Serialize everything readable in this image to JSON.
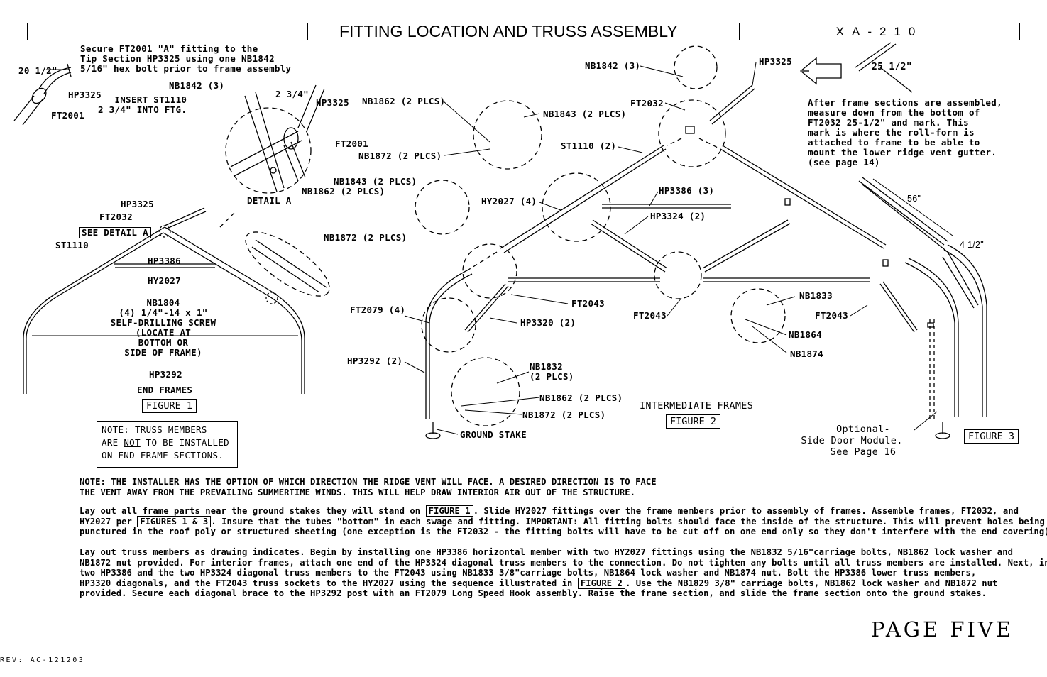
{
  "header": {
    "title": "FITTING LOCATION AND TRUSS ASSEMBLY",
    "model": "XA-210",
    "left_box": ""
  },
  "detail_a": {
    "secure_note": [
      "Secure FT2001 \"A\" fitting to the",
      "Tip Section HP3325 using one NB1842",
      "5/16\" hex bolt prior to frame assembly"
    ],
    "dim_20": "20 1/2\"",
    "hp3325_small": "HP3325",
    "ft2001_small": "FT2001",
    "insert_note": [
      "INSERT ST1110",
      "2 3/4\" INTO FTG."
    ],
    "nb1842": "NB1842 (3)",
    "dim_234": "2 3/4\"",
    "hp3325": "HP3325",
    "ft2001": "FT2001",
    "caption": "DETAIL A"
  },
  "end_frames": {
    "hp3325": "HP3325",
    "ft2032": "FT2032",
    "see_detail": "SEE DETAIL A",
    "st1110": "ST1110",
    "hp3386": "HP3386",
    "hy2027": "HY2027",
    "screw": [
      "NB1804",
      "(4) 1/4\"-14 x 1\"",
      "SELF-DRILLING SCREW",
      "(LOCATE AT",
      "BOTTOM OR",
      "SIDE OF FRAME)"
    ],
    "hp3292": "HP3292",
    "caption": "END FRAMES",
    "figure": "FIGURE 1",
    "note": [
      "NOTE: TRUSS MEMBERS",
      "ARE",
      "NOT",
      "TO BE INSTALLED",
      "ON END FRAME SECTIONS."
    ]
  },
  "intermediate": {
    "nb1842": "NB1842 (3)",
    "hp3325": "HP3325",
    "nb1862_a": "NB1862 (2 PLCS)",
    "nb1843_a": "NB1843 (2 PLCS)",
    "nb1872_a": "NB1872 (2 PLCS)",
    "ft2032": "FT2032",
    "st1110": "ST1110 (2)",
    "nb1843_b": "NB1843 (2 PLCS)",
    "nb1862_b": "NB1862 (2 PLCS)",
    "nb1872_b": "NB1872 (2 PLCS)",
    "hy2027": "HY2027 (4)",
    "hp3386": "HP3386 (3)",
    "hp3324": "HP3324 (2)",
    "ft2079": "FT2079 (4)",
    "ft2043_a": "FT2043",
    "hp3320": "HP3320 (2)",
    "ft2043_b": "FT2043",
    "nb1833": "NB1833",
    "nb1864": "NB1864",
    "nb1874": "NB1874",
    "ft2043_c": "FT2043",
    "hp3292": "HP3292 (2)",
    "nb1832": [
      "NB1832",
      "(2 PLCS)"
    ],
    "nb1862_c": "NB1862 (2 PLCS)",
    "nb1872_c": "NB1872 (2 PLCS)",
    "ground_stake": "GROUND STAKE",
    "caption": "INTERMEDIATE FRAMES",
    "figure": "FIGURE 2"
  },
  "figure3": {
    "dim_2512": "25 1/2\"",
    "instructions": [
      "After frame sections are assembled,",
      "measure down from the bottom of",
      "FT2032 25-1/2\" and mark. This",
      "mark is where the roll-form is",
      "attached to frame to be able to",
      "mount the lower ridge vent gutter.",
      "(see page 14)"
    ],
    "dim_56": "56\"",
    "dim_412": "4 1/2\"",
    "optional": [
      "Optional-",
      "Side Door Module.",
      "See Page 16"
    ],
    "figure": "FIGURE 3"
  },
  "notes": {
    "note1": [
      "NOTE: THE INSTALLER HAS THE OPTION OF WHICH DIRECTION THE RIDGE VENT WILL FACE. A DESIRED DIRECTION IS TO FACE",
      "THE VENT AWAY FROM THE PREVAILING SUMMERTIME WINDS. THIS WILL HELP DRAW INTERIOR AIR OUT OF THE STRUCTURE."
    ],
    "p1_a": "Lay out all frame parts near the ground stakes they will stand on",
    "p1_fig1": "FIGURE 1",
    "p1_b": ". Slide HY2027 fittings over the frame members prior to assembly of frames. Assemble frames, FT2032, and",
    "p1_c": "HY2027 per",
    "p1_fig13": "FIGURES 1 & 3",
    "p1_d": ". Insure that the tubes \"bottom\" in each swage and fitting. IMPORTANT: All fitting bolts should face the inside of the structure. This will prevent holes being",
    "p1_e": "punctured in the roof poly or structured sheeting (one exception is the FT2032 - the fitting bolts will have to be cut off on one end only so they don't interfere with the end covering).",
    "p2_lines": [
      "Lay out truss members as drawing indicates. Begin by installing one HP3386 horizontal member with two HY2027 fittings using the NB1832 5/16\"carriage bolts, NB1862 lock washer and",
      "NB1872 nut provided. For interior frames, attach one end of the HP3324 diagonal truss members to the connection. Do not tighten any bolts until all truss members are installed. Next, install",
      "two HP3386 and the two HP3324 diagonal truss members to the FT2043 using NB1833 3/8\"carriage bolts, NB1864 lock washer and NB1874 nut. Bolt the HP3386 lower truss members,"
    ],
    "p2_d1": "HP3320 diagonals, and the FT2043 truss sockets to the HY2027 using the sequence illustrated in",
    "p2_fig2": "FIGURE 2",
    "p2_d2": ". Use the NB1829 3/8\" carriage bolts, NB1862 lock washer and NB1872 nut",
    "p2_e": "provided. Secure each diagonal brace to the HP3292 post with an FT2079 Long Speed Hook assembly. Raise the frame section, and slide the frame section onto the ground stakes."
  },
  "footer": {
    "page": "PAGE FIVE",
    "rev": "REV: AC-121203"
  }
}
